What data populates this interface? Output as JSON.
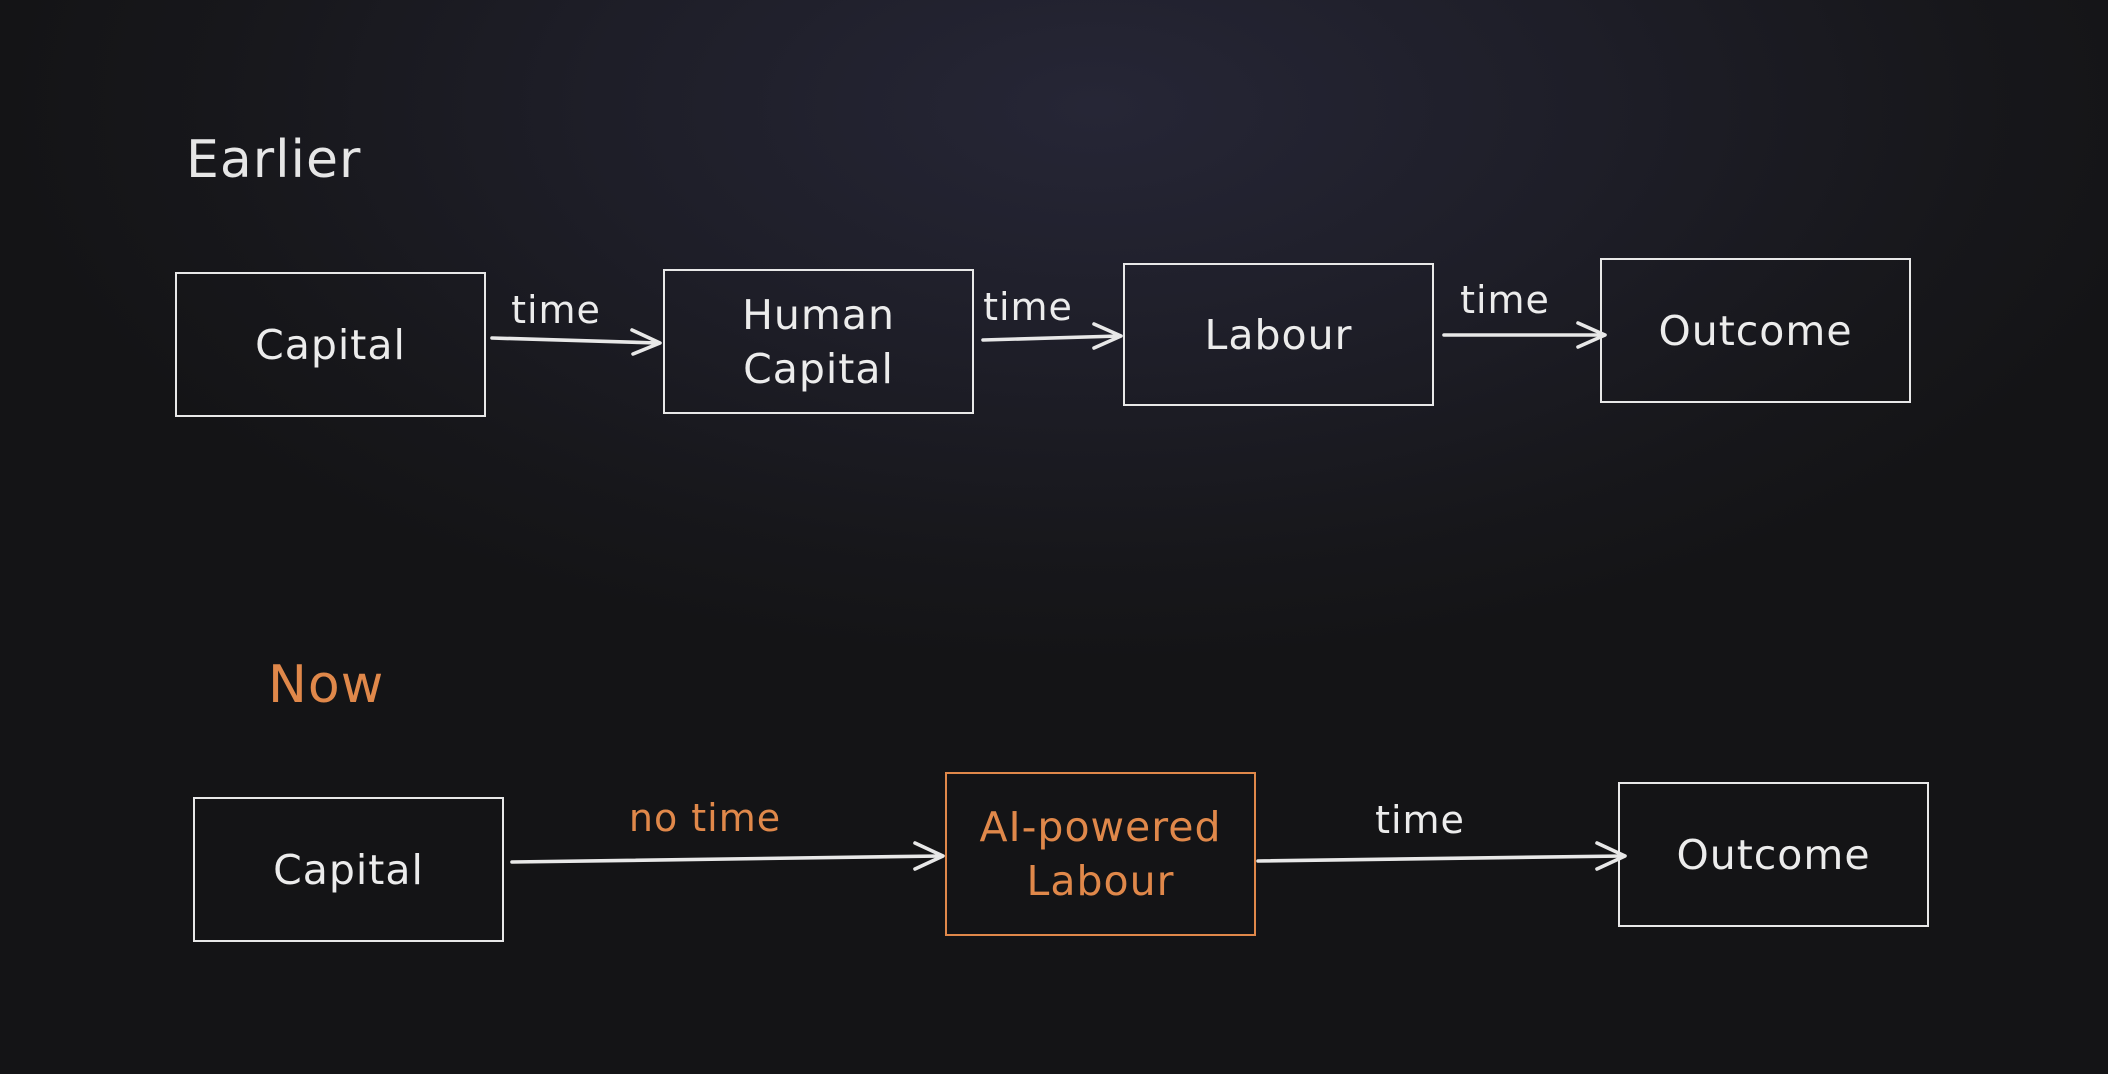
{
  "colors": {
    "stroke": "#e8e8e8",
    "accent": "#e0884a",
    "background": "#17171b"
  },
  "earlier": {
    "label": "Earlier",
    "nodes": [
      "Capital",
      "Human\nCapital",
      "Labour",
      "Outcome"
    ],
    "edges": [
      "time",
      "time",
      "time"
    ]
  },
  "now": {
    "label": "Now",
    "nodes": [
      "Capital",
      "AI-powered\nLabour",
      "Outcome"
    ],
    "edges": [
      "no time",
      "time"
    ]
  }
}
